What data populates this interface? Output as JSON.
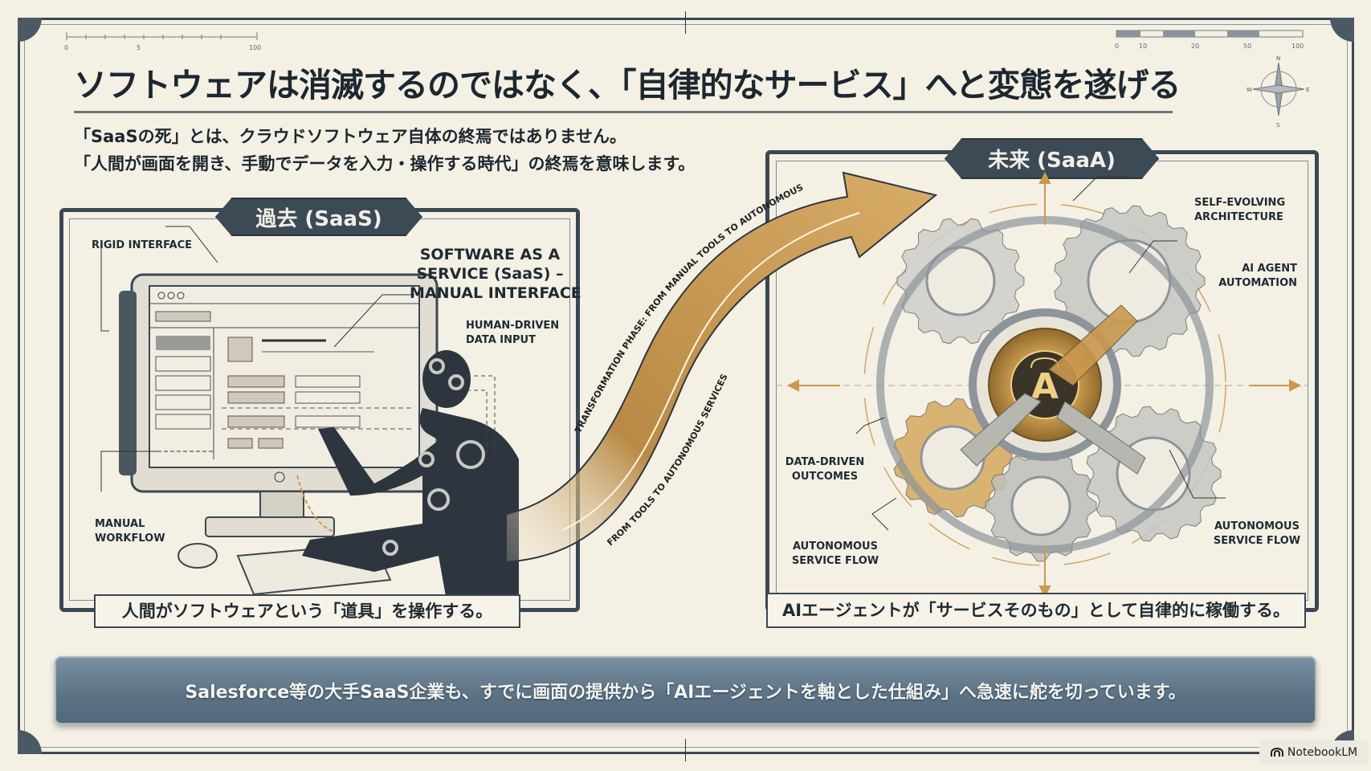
{
  "title": "ソフトウェアは消滅するのではなく、「自律的なサービス」へと変態を遂げる",
  "lead": [
    "「SaaSの死」とは、クラウドソフトウェア自体の終焉ではありません。",
    "「人間が画面を開き、手動でデータを入力・操作する時代」の終焉を意味します。"
  ],
  "left_panel": {
    "tag": "過去 (SaaS)",
    "heading": [
      "SOFTWARE AS A",
      "SERVICE (SaaS) –",
      "MANUAL INTERFACE"
    ],
    "labels": {
      "rigid": "RIGID INTERFACE",
      "human": [
        "HUMAN-DRIVEN",
        "DATA INPUT"
      ],
      "manual": [
        "MANUAL",
        "WORKFLOW"
      ]
    },
    "caption": "人間がソフトウェアという「道具」を操作する。"
  },
  "arrow": {
    "upper_text": "TRANSFORMATION PHASE: FROM MANUAL TOOLS TO AUTONOMOUS SERVICES",
    "lower_text": "FROM TOOLS TO AUTONOMOUS SERVICES"
  },
  "right_panel": {
    "tag": "未来 (SaaA)",
    "core_letter": "A",
    "labels": {
      "self_evolving": [
        "SELF-EVOLVING",
        "ARCHITECTURE"
      ],
      "ai_agent": [
        "AI AGENT",
        "AUTOMATION"
      ],
      "data_driven": [
        "DATA-DRIVEN",
        "OUTCOMES"
      ],
      "flow_left": [
        "AUTONOMOUS",
        "SERVICE FLOW"
      ],
      "flow_right": [
        "AUTONOMOUS",
        "SERVICE FLOW"
      ]
    },
    "caption": "AIエージェントが「サービスそのもの」として自律的に稼働する。"
  },
  "banner": "Salesforce等の大手SaaS企業も、すでに画面の提供から「AIエージェントを軸とした仕組み」へ急速に舵を切っています。",
  "scales": {
    "left": [
      "0",
      "5",
      "100"
    ],
    "right": [
      "0",
      "10",
      "20",
      "50",
      "100"
    ]
  },
  "compass": {
    "n": "N",
    "s": "S",
    "e": "E",
    "w": "W"
  },
  "badge": "NotebookLM",
  "colors": {
    "navy": "#3c4a56",
    "gold": "#c9994f",
    "paper": "#f4f0e4",
    "banner": "#5d7386"
  }
}
